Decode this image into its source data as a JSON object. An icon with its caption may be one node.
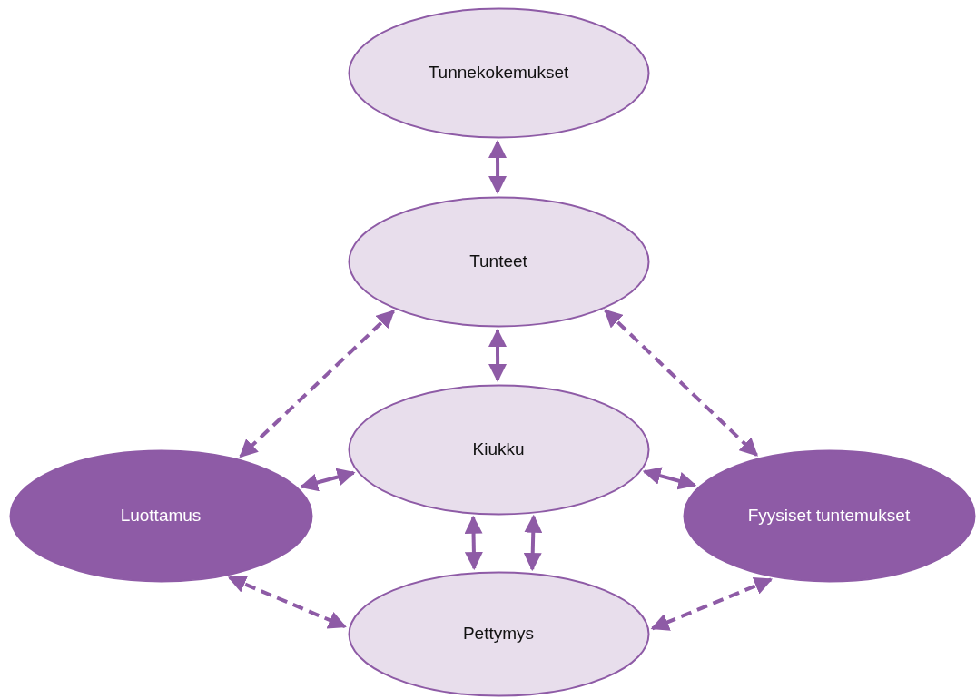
{
  "diagram": {
    "nodes": [
      {
        "text": [
          "Tunnekokemukset"
        ]
      },
      {
        "text": [
          "Tunteet"
        ]
      },
      {
        "text": [
          "Kiukku"
        ]
      },
      {
        "text": [
          "Luottamus"
        ]
      },
      {
        "text": [
          "Fyysiset tuntemukset"
        ]
      },
      {
        "text": [
          "Pettymys"
        ]
      }
    ],
    "edges": [
      {
        "from": 0,
        "to": 1,
        "arrow": "both"
      },
      {
        "from": 1,
        "to": 2,
        "arrow": "both"
      },
      {
        "from": 1,
        "to": 3,
        "arrow": "both",
        "style": "dashed"
      },
      {
        "from": 1,
        "to": 4,
        "arrow": "both",
        "style": "dashed"
      },
      {
        "from": 2,
        "to": 3,
        "arrow": "both"
      },
      {
        "from": 2,
        "to": 4,
        "arrow": "both"
      },
      {
        "from": 2,
        "to": 5,
        "arrow": "both"
      },
      {
        "from": 2,
        "to": 5,
        "arrow": "both"
      },
      {
        "from": 3,
        "to": 5,
        "arrow": "both",
        "style": "dashed"
      },
      {
        "from": 4,
        "to": 5,
        "arrow": "both",
        "style": "dashed"
      }
    ]
  }
}
